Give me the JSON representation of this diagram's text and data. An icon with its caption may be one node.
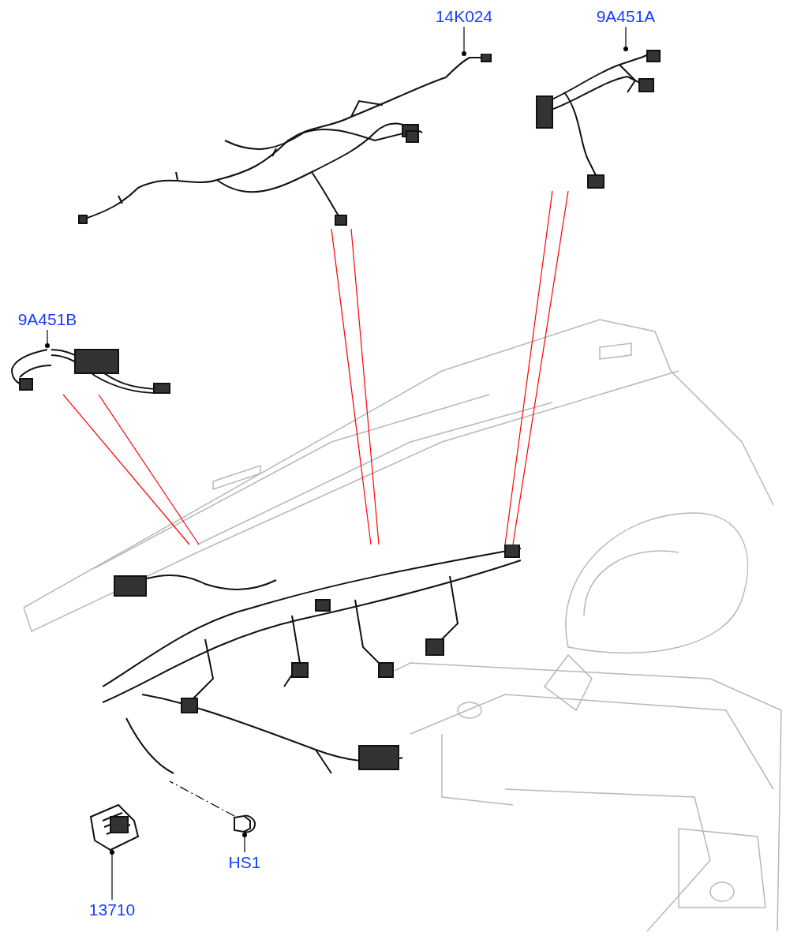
{
  "diagram": {
    "nodes": [
      {
        "text": [
          "14K024"
        ]
      },
      {
        "text": [],
        "shape": "picture"
      },
      {
        "text": [
          "9A451A"
        ]
      },
      {
        "text": [],
        "shape": "picture"
      },
      {
        "text": [
          "9A451B"
        ]
      },
      {
        "text": [],
        "shape": "picture"
      },
      {
        "text": [],
        "shape": "picture"
      },
      {
        "text": [],
        "shape": "picture"
      },
      {
        "text": [
          "HS1"
        ]
      },
      {
        "text": [
          "13710"
        ]
      },
      {
        "text": [],
        "shape": "picture"
      }
    ],
    "edges": [
      {
        "from": 0,
        "to": 1,
        "arrow": "other"
      },
      {
        "from": 2,
        "to": 3,
        "arrow": "other"
      },
      {
        "from": 4,
        "to": 5,
        "arrow": "other"
      },
      {
        "from": 1,
        "to": 6,
        "arrow": "none",
        "color": "#ff0000"
      },
      {
        "from": 1,
        "to": 6,
        "arrow": "none",
        "color": "#ff0000"
      },
      {
        "from": 3,
        "to": 6,
        "arrow": "none",
        "color": "#ff0000"
      },
      {
        "from": 3,
        "to": 6,
        "arrow": "none",
        "color": "#ff0000"
      },
      {
        "from": 5,
        "to": 6,
        "arrow": "none",
        "color": "#ff0000"
      },
      {
        "from": 5,
        "to": 6,
        "arrow": "none",
        "color": "#ff0000"
      },
      {
        "from": 7,
        "to": 6,
        "arrow": "none",
        "style": "dashed"
      },
      {
        "from": 8,
        "to": 7,
        "arrow": "other"
      },
      {
        "from": 9,
        "to": 10,
        "arrow": "other"
      }
    ]
  }
}
